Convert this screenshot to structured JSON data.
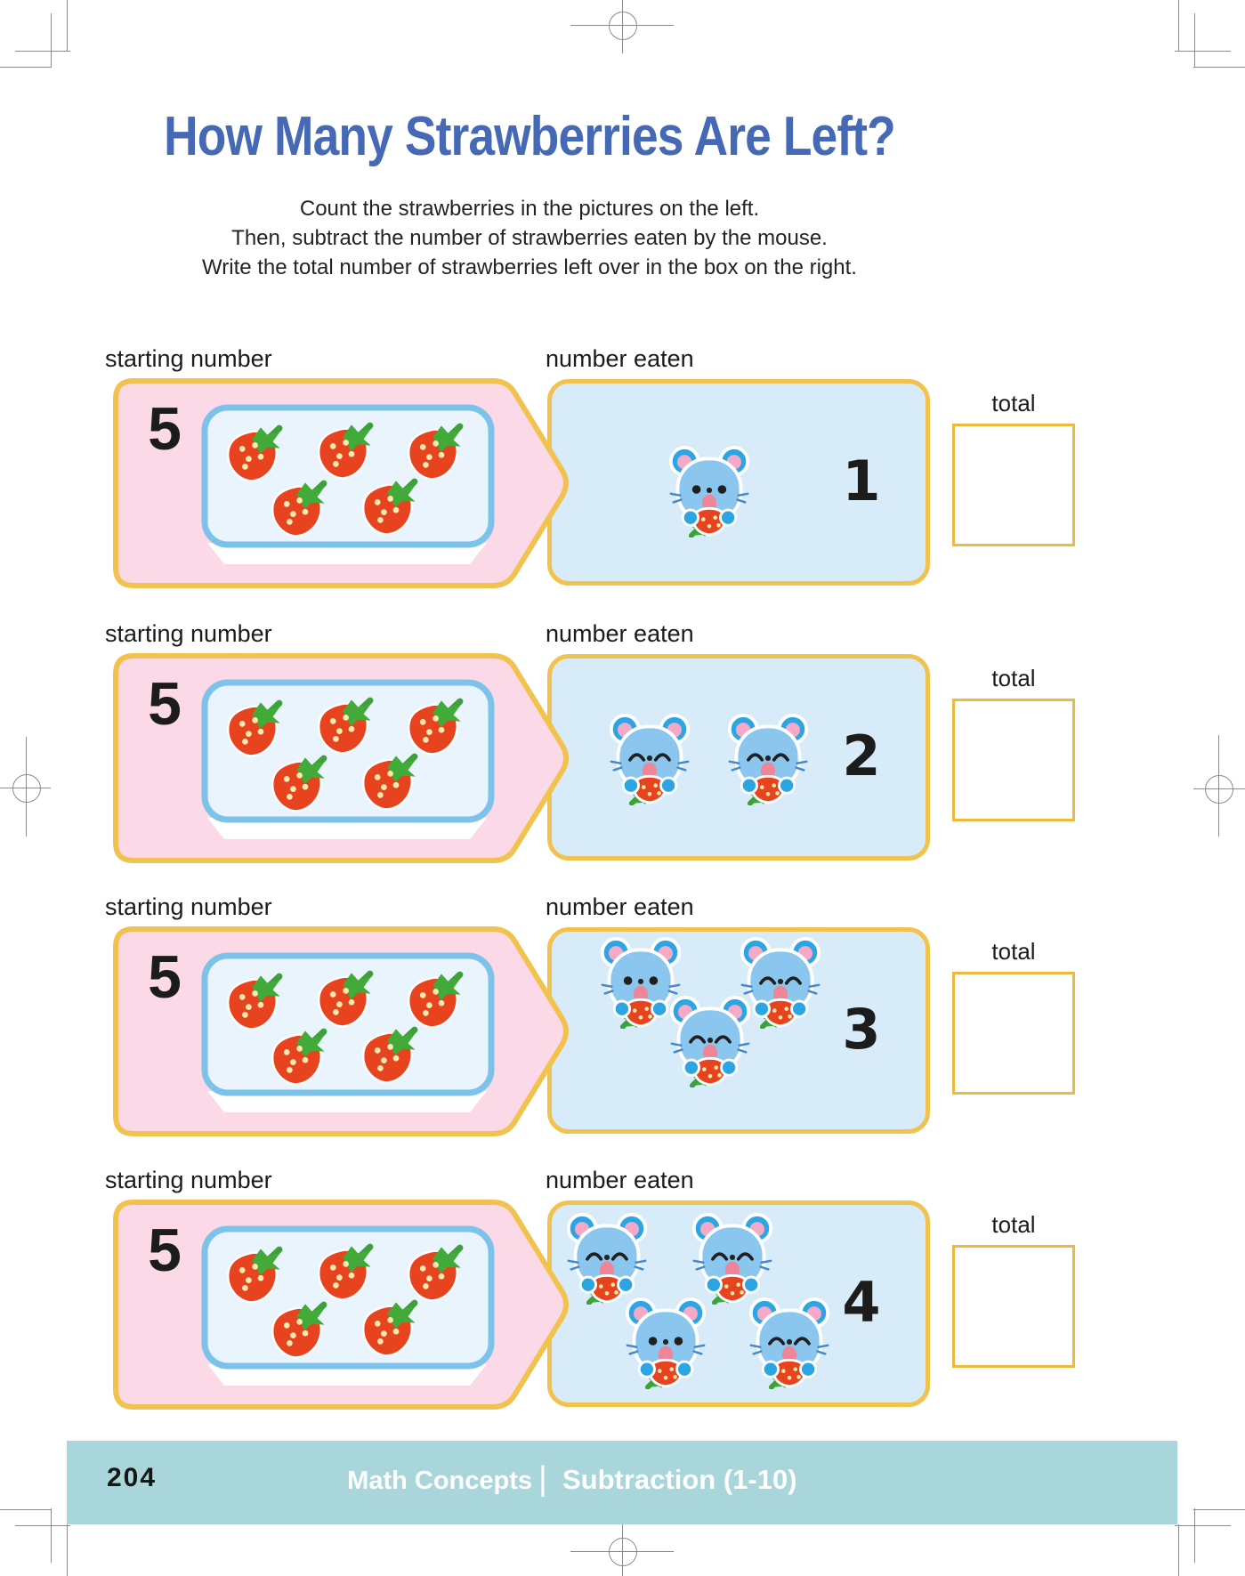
{
  "title": {
    "text": "How Many Strawberries Are Left?",
    "color": "#4569b4"
  },
  "instructions": [
    "Count the strawberries in the pictures on the left.",
    "Then, subtract the number of strawberries eaten by the mouse.",
    "Write the total number of strawberries left over in the box on the right."
  ],
  "rows": [
    {
      "starting_label": "starting number",
      "starting_number": "5",
      "strawberry_count": 5,
      "eaten_label": "number eaten",
      "mice_count": 1,
      "number_eaten": "1",
      "total_label": "total",
      "total_value": ""
    },
    {
      "starting_label": "starting number",
      "starting_number": "5",
      "strawberry_count": 5,
      "eaten_label": "number eaten",
      "mice_count": 2,
      "number_eaten": "2",
      "total_label": "total",
      "total_value": ""
    },
    {
      "starting_label": "starting number",
      "starting_number": "5",
      "strawberry_count": 5,
      "eaten_label": "number eaten",
      "mice_count": 3,
      "number_eaten": "3",
      "total_label": "total",
      "total_value": ""
    },
    {
      "starting_label": "starting number",
      "starting_number": "5",
      "strawberry_count": 5,
      "eaten_label": "number eaten",
      "mice_count": 4,
      "number_eaten": "4",
      "total_label": "total",
      "total_value": ""
    }
  ],
  "footer": {
    "page_number": "204",
    "section": "Math Concepts",
    "divider": "|",
    "chapter": "Subtraction (1-10)",
    "bar_color": "#a8d6da"
  },
  "colors": {
    "title_blue": "#4569b4",
    "box_border_gold": "#f2c24e",
    "starting_box_pink": "#fbd9e6",
    "eaten_box_blue": "#d7ecf8",
    "tray_border_blue": "#7cc2eb",
    "tray_fill": "#e9f4fc",
    "strawberry_red": "#e8431f",
    "strawberry_leaf_green": "#42aa39",
    "mouse_blue": "#8ac6ed",
    "mouse_ear_blue": "#2ba6e2",
    "mouse_ear_pink": "#f4a9c8",
    "total_box_border": "#eeb93d",
    "footer_teal": "#a8d6da"
  }
}
